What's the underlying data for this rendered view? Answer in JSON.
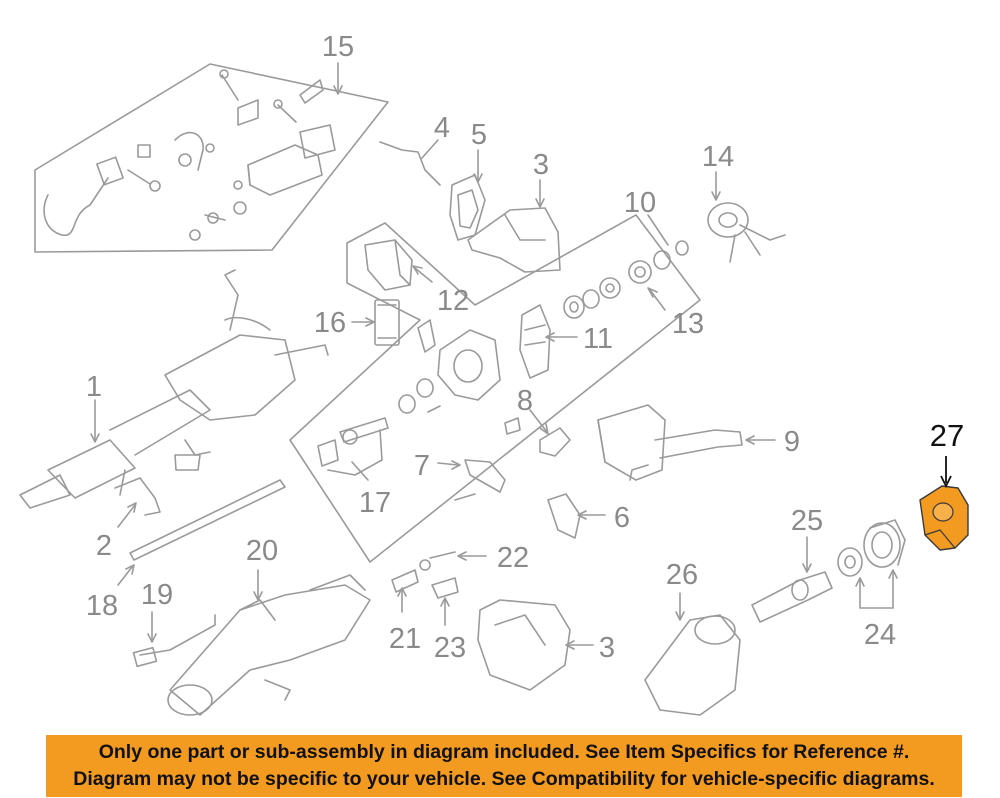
{
  "diagram": {
    "callouts": [
      {
        "id": "c15",
        "label": "15"
      },
      {
        "id": "c4",
        "label": "4"
      },
      {
        "id": "c5",
        "label": "5"
      },
      {
        "id": "c3top",
        "label": "3"
      },
      {
        "id": "c14",
        "label": "14"
      },
      {
        "id": "c10",
        "label": "10"
      },
      {
        "id": "c12",
        "label": "12"
      },
      {
        "id": "c16",
        "label": "16"
      },
      {
        "id": "c11",
        "label": "11"
      },
      {
        "id": "c13",
        "label": "13"
      },
      {
        "id": "c1",
        "label": "1"
      },
      {
        "id": "c8",
        "label": "8"
      },
      {
        "id": "c9",
        "label": "9"
      },
      {
        "id": "c7",
        "label": "7"
      },
      {
        "id": "c17",
        "label": "17"
      },
      {
        "id": "c6",
        "label": "6"
      },
      {
        "id": "c2",
        "label": "2"
      },
      {
        "id": "c25",
        "label": "25"
      },
      {
        "id": "c20",
        "label": "20"
      },
      {
        "id": "c22",
        "label": "22"
      },
      {
        "id": "c26",
        "label": "26"
      },
      {
        "id": "c18",
        "label": "18"
      },
      {
        "id": "c19",
        "label": "19"
      },
      {
        "id": "c21",
        "label": "21"
      },
      {
        "id": "c23",
        "label": "23"
      },
      {
        "id": "c3bot",
        "label": "3"
      },
      {
        "id": "c24",
        "label": "24"
      }
    ],
    "highlight": {
      "label": "27",
      "color": "#f39a21"
    },
    "line_color": "#9a9a9a",
    "text_color": "#8a8a8a"
  },
  "banner": {
    "line1": "Only one part or sub-assembly in diagram included. See Item Specifics for Reference #.",
    "line2": "Diagram may not be specific to your vehicle. See Compatibility for vehicle-specific diagrams.",
    "color": "#f39a21"
  }
}
